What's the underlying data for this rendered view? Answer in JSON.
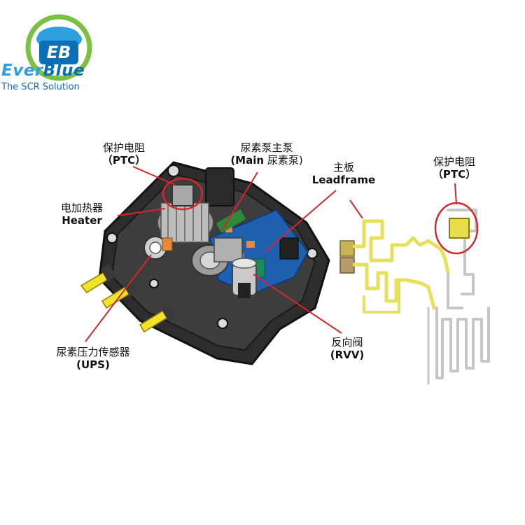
{
  "logo": {
    "monogram": "EB",
    "wordmark_part1": "Ever",
    "wordmark_part2": "Blue",
    "tagline": "The SCR Solution",
    "colors": {
      "green": "#7ac143",
      "blue": "#0a6fb5",
      "light_blue": "#2f9fe0"
    }
  },
  "labels": {
    "ptc_left": {
      "cn": "保护电阻",
      "en": "（PTC）"
    },
    "main_pump": {
      "cn": "尿素泵主泵",
      "en_bold": "(Main",
      "en_rest": " 尿素泵)"
    },
    "heater": {
      "cn": "电加热器",
      "en": "Heater"
    },
    "leadframe": {
      "cn": "主板",
      "en": "Leadframe"
    },
    "ptc_right": {
      "cn": "保护电阻",
      "en": "（PTC）"
    },
    "ups": {
      "cn": "尿素压力传感器",
      "en": "(UPS)"
    },
    "rvv": {
      "cn": "反向阀",
      "en": "(RVV)"
    }
  },
  "colors": {
    "leader_line": "#d7262b",
    "housing": "#2b2b2b",
    "connector": "#f2e22a",
    "board": "#1f5fb0",
    "leadframe_yellow": "#e6e05a",
    "leadframe_gray": "#c6c6c6"
  }
}
